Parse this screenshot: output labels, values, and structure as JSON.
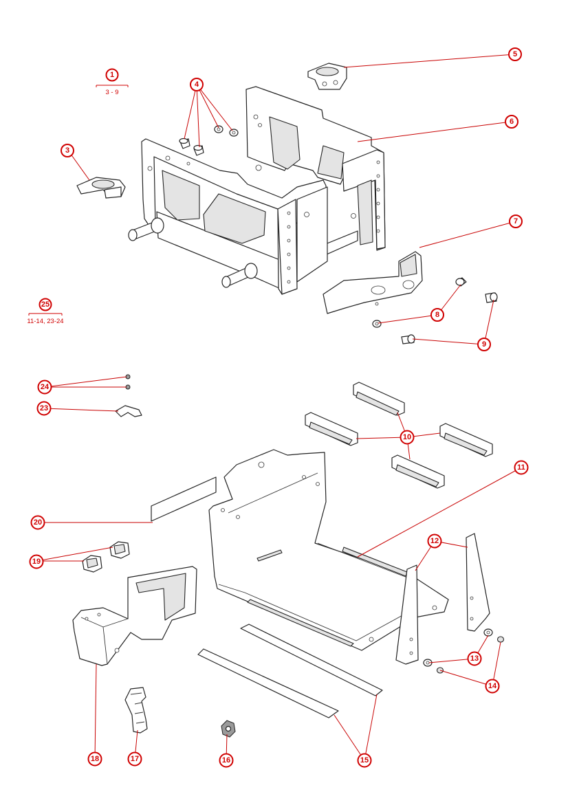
{
  "group_labels": [
    {
      "id": "group-1",
      "number": "1",
      "range": "3 - 9"
    },
    {
      "id": "group-25",
      "number": "25",
      "range": "11-14, 23-24"
    }
  ],
  "callouts": [
    {
      "id": "c3",
      "label": "3"
    },
    {
      "id": "c4",
      "label": "4"
    },
    {
      "id": "c5",
      "label": "5"
    },
    {
      "id": "c6",
      "label": "6"
    },
    {
      "id": "c7",
      "label": "7"
    },
    {
      "id": "c8",
      "label": "8"
    },
    {
      "id": "c9",
      "label": "9"
    },
    {
      "id": "c10",
      "label": "10"
    },
    {
      "id": "c11",
      "label": "11"
    },
    {
      "id": "c12",
      "label": "12"
    },
    {
      "id": "c13",
      "label": "13"
    },
    {
      "id": "c14",
      "label": "14"
    },
    {
      "id": "c15",
      "label": "15"
    },
    {
      "id": "c16",
      "label": "16"
    },
    {
      "id": "c17",
      "label": "17"
    },
    {
      "id": "c18",
      "label": "18"
    },
    {
      "id": "c19",
      "label": "19"
    },
    {
      "id": "c20",
      "label": "20"
    },
    {
      "id": "c23",
      "label": "23"
    },
    {
      "id": "c24",
      "label": "24"
    }
  ],
  "colors": {
    "callout": "#d00000",
    "line_art": "#222222",
    "background": "#ffffff"
  }
}
